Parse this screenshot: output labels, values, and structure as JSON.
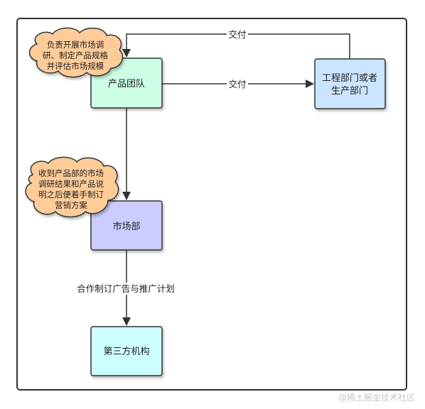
{
  "nodes": {
    "product_team": "产品团队",
    "engineering": [
      "工程部门或者",
      "生产部门"
    ],
    "marketing": "市场部",
    "third_party": "第三方机构"
  },
  "notes": {
    "product_note": [
      "负责开展市场调",
      "研、制定产品规格",
      "并评估市场规模"
    ],
    "marketing_note": [
      "收到产品部的市场",
      "调研结果和产品说",
      "明之后便着手制订",
      "营销方案"
    ]
  },
  "edges": {
    "deliver_top": "交付",
    "deliver_mid": "交付",
    "ad_plan": "合作制订广告与推广计划"
  },
  "watermark": "@稀土掘金技术社区",
  "colors": {
    "product_fill": "#ccffe6",
    "engineering_fill": "#cce5ff",
    "marketing_fill": "#ccccff",
    "third_party_fill": "#ccffff",
    "cloud_fill": "#ffcc99"
  }
}
